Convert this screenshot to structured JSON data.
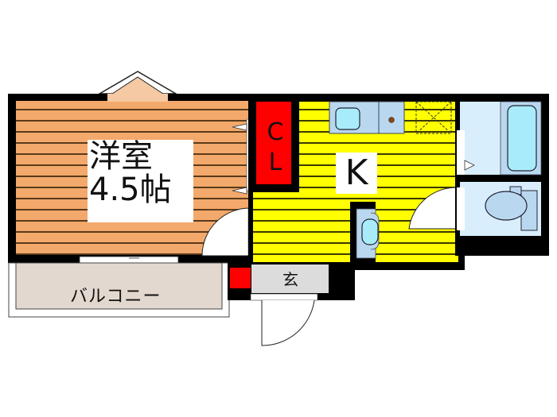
{
  "floor_plan": {
    "rooms": [
      {
        "id": "western-room",
        "label_line1": "洋室",
        "label_line2": "4.5帖",
        "color": "#f3a96b"
      },
      {
        "id": "kitchen",
        "label": "K",
        "color": "#ffff00"
      },
      {
        "id": "closet",
        "label_c": "C",
        "label_l": "L",
        "color": "#ff0000"
      },
      {
        "id": "entrance",
        "label": "玄",
        "color": "#dcdcdc"
      },
      {
        "id": "balcony",
        "label": "バルコニー",
        "color": "#e3d8cf"
      },
      {
        "id": "bathroom",
        "color": "#d9eefc"
      },
      {
        "id": "toilet",
        "color": "#d9eefc"
      }
    ],
    "colors": {
      "wall": "#000000",
      "stripe": "#5a3a1a",
      "fixture_blue": "#b9d8f0",
      "fixture_cyan": "#a8ecfb",
      "shoe_box": "#ff0000"
    }
  }
}
